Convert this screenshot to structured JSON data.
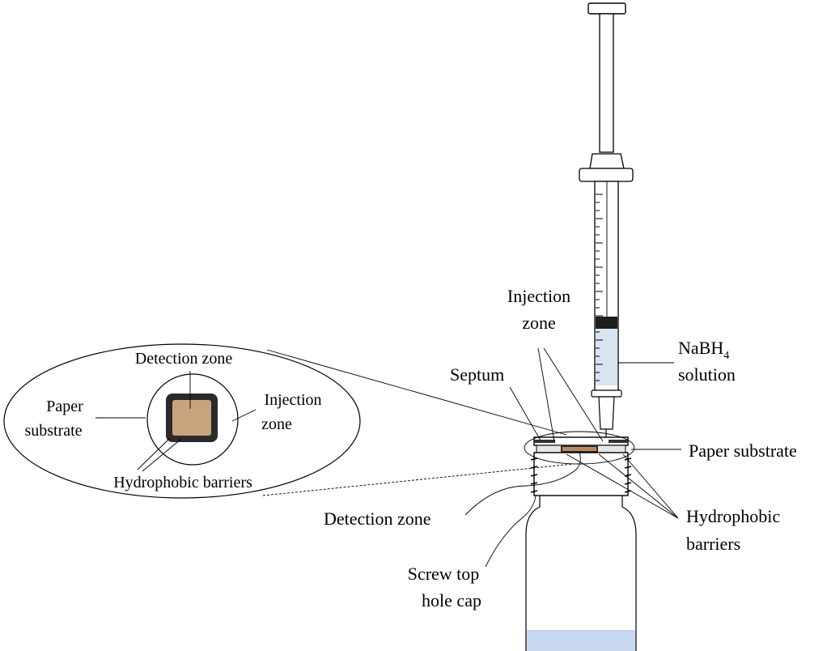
{
  "labels": {
    "injection_zone_top": [
      "Injection",
      "zone"
    ],
    "nabh4_solution": [
      "NaBH",
      "4",
      "solution"
    ],
    "septum": "Septum",
    "paper_substrate_right": "Paper substrate",
    "detection_zone_bottom": "Detection  zone",
    "hydrophobic_barriers_right": [
      "Hydrophobic",
      "barriers"
    ],
    "screw_top_hole_cap": [
      "Screw top",
      "hole cap"
    ],
    "inset_detection_zone": "Detection zone",
    "inset_paper_substrate": [
      "Paper",
      "substrate"
    ],
    "inset_injection_zone": [
      "Injection",
      "zone"
    ],
    "inset_hydrophobic_barriers": "Hydrophobic barriers"
  },
  "colors": {
    "line": "#000000",
    "paper_detection": "#c9a27e",
    "barrier": "#2a2a2a",
    "solution": "#d7e4f2",
    "liquid": "#c8d8f0"
  },
  "icons": [
    "syringe-icon",
    "vial-icon",
    "paper-device-icon"
  ]
}
